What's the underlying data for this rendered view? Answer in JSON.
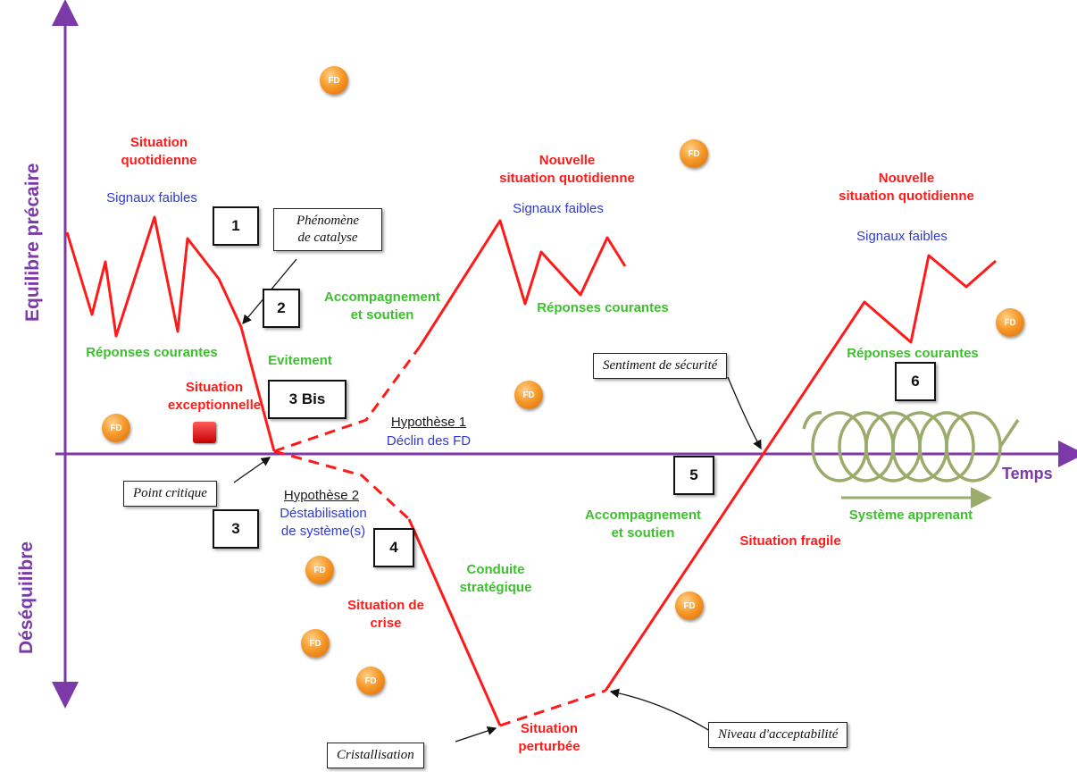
{
  "axes": {
    "y_top_label": "Equilibre précaire",
    "y_bottom_label": "Déséquilibre",
    "x_label": "Temps"
  },
  "labels": {
    "situation_quotidienne": "Situation\nquotidienne",
    "signaux_faibles_1": "Signaux faibles",
    "reponses_courantes_1": "Réponses courantes",
    "situation_exceptionnelle": "Situation\nexceptionnelle",
    "evitement": "Evitement",
    "accompagnement_1": "Accompagnement\net soutien",
    "nouvelle_situation_1": "Nouvelle\nsituation quotidienne",
    "signaux_faibles_2": "Signaux faibles",
    "reponses_courantes_2": "Réponses courantes",
    "hypothese_1_title": "Hypothèse 1",
    "hypothese_1_text": "Déclin des FD",
    "hypothese_2_title": "Hypothèse 2",
    "hypothese_2_text": "Déstabilisation\nde système(s)",
    "conduite_strategique": "Conduite\nstratégique",
    "situation_de_crise": "Situation de\ncrise",
    "situation_perturbee": "Situation\nperturbée",
    "accompagnement_2": "Accompagnement\net soutien",
    "situation_fragile": "Situation fragile",
    "nouvelle_situation_2": "Nouvelle\nsituation quotidienne",
    "signaux_faibles_3": "Signaux faibles",
    "reponses_courantes_3": "Réponses courantes",
    "systeme_apprenant": "Système apprenant"
  },
  "callouts": {
    "phenomene": "Phénomène\nde catalyse",
    "point_critique": "Point critique",
    "sentiment": "Sentiment de sécurité",
    "cristallisation": "Cristallisation",
    "niveau": "Niveau d'acceptabilité"
  },
  "numbers": {
    "n1": "1",
    "n2": "2",
    "n3bis": "3 Bis",
    "n3": "3",
    "n4": "4",
    "n5": "5",
    "n6": "6"
  },
  "fd_label": "FD",
  "colors": {
    "axis": "#7b3aa8",
    "curve": "#ff1a1a",
    "spring": "#9aab6b",
    "fd": "#f79a2a"
  }
}
